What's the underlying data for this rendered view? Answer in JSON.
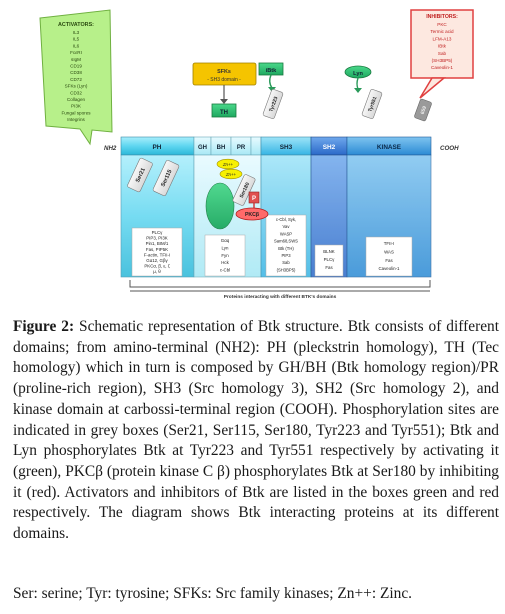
{
  "figure": {
    "nh2_label": "NH2",
    "cooh_label": "COOH",
    "domains": {
      "ph": "PH",
      "gh": "GH",
      "bh": "BH",
      "pr": "PR",
      "sh3": "SH3",
      "sh2": "SH2",
      "kinase": "KINASE"
    },
    "activators": {
      "title": "ACTIVATORS:",
      "items": [
        "IL3",
        "IL5",
        "IL6",
        "FcεRI",
        "sIgM",
        "CD19",
        "CD38",
        "CD72",
        "SFKs (Lyn)",
        "CD32",
        "Collagen",
        "PI3K",
        "Fungal spores",
        "Integrins"
      ]
    },
    "inhibitors": {
      "title": "INHIBITORS:",
      "items": [
        "PKC",
        "Termic acid",
        "LFM-A13",
        "IBtk",
        "Sab",
        "(SH3BP5)",
        "Caveolin-1"
      ]
    },
    "sfks_box": {
      "line1": "SFKs",
      "line2": "- SH3 domain -"
    },
    "th_box": "TH",
    "ibtk_box": "iBtk",
    "lyn_box": "Lyn",
    "sites": {
      "ser21": "Ser21",
      "ser115": "Ser115",
      "ser180": "Ser180",
      "tyr223": "Tyr223",
      "tyr551": "Tyr551",
      "s659": "659"
    },
    "zn_labels": [
      "Zn++",
      "Zn++"
    ],
    "p_label": "P",
    "pkcb_label": "PKCβ",
    "interactors": {
      "ph": [
        "PLCγ",
        "PIP3, PI3K",
        "Pin1, BIM/1",
        "Fas, PIP5K",
        "F-actin, TFII-I",
        "Gα12, Gβγ",
        "PKCα, β, ε, ζ",
        "μ, θ"
      ],
      "th": [
        "Gαq",
        "Lyn",
        "Fyn",
        "Hck",
        "c-Cbl"
      ],
      "sh3": [
        "c-Cbl, Syk,",
        "Vav",
        "WASP",
        "Sam68,SWS",
        "Btk (TH)",
        "PIP3",
        "Sab",
        "(SH3BP5)"
      ],
      "sh2": [
        "BLNK",
        "PLCγ",
        "Fas"
      ],
      "kinase": [
        "TFII-I",
        "WAS",
        "Fas",
        "Caveolin-1"
      ]
    },
    "bottom_label": "Proteins interacting with different BTK's domains"
  },
  "caption": {
    "label": "Figure 2:",
    "text": "Schematic representation of Btk structure. Btk consists of different domains; from amino-terminal (NH2): PH (pleckstrin homology), TH (Tec homology) which in turn is composed by GH/BH (Btk homology region)/PR (proline-rich region), SH3 (Src homology 3), SH2 (Src homology 2), and kinase domain at carbossi-terminal region (COOH). Phosphorylation sites are indicated in grey boxes (Ser21, Ser115, Ser180, Tyr223 and Tyr551); Btk and Lyn phosphorylates Btk at Tyr223 and Tyr551 respectively by activating it (green), PKCβ (protein kinase C β) phosphorylates Btk at Ser180 by inhibiting it (red). Activators and inhibitors of Btk are listed in the boxes green and red respectively. The diagram shows Btk interacting proteins at its different domains.",
    "abbreviations": "Ser: serine; Tyr: tyrosine; SFKs: Src family kinases; Zn++: Zinc."
  },
  "colors": {
    "ph": "#5fd6f0",
    "gh": "#bff0fa",
    "sh3": "#5fc8f0",
    "sh2": "#3a7fd8",
    "kinase": "#3ea0e0",
    "activators": "#b7f08a",
    "inhibitors": "#fde8e0",
    "sfks": "#f5c400",
    "zn": "#f7f000",
    "pkcb": "#ff6a6a",
    "th": "#3fc080"
  }
}
